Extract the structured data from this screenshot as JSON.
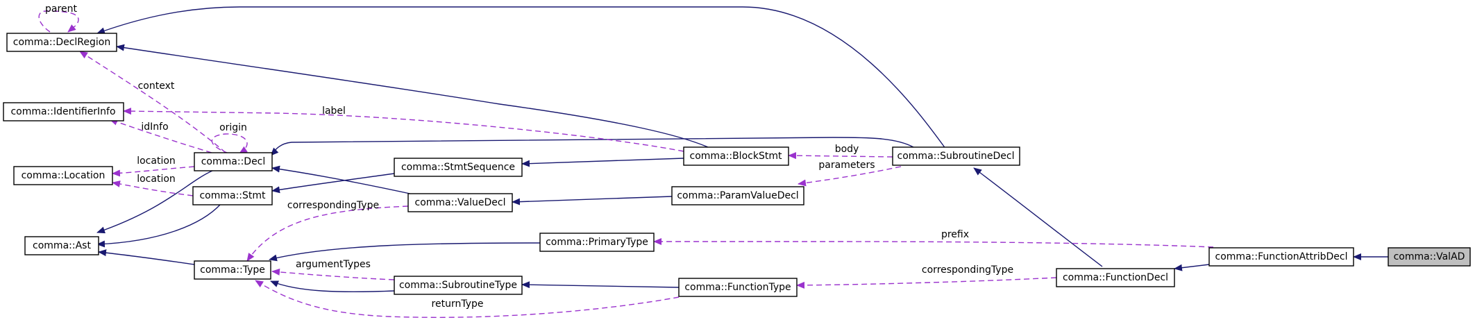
{
  "nodes": {
    "decl_region": "comma::DeclRegion",
    "identifier_info": "comma::IdentifierInfo",
    "location": "comma::Location",
    "ast": "comma::Ast",
    "decl": "comma::Decl",
    "stmt": "comma::Stmt",
    "type": "comma::Type",
    "stmt_sequence": "comma::StmtSequence",
    "value_decl": "comma::ValueDecl",
    "subroutine_type": "comma::SubroutineType",
    "primary_type": "comma::PrimaryType",
    "block_stmt": "comma::BlockStmt",
    "param_value_decl": "comma::ParamValueDecl",
    "function_type": "comma::FunctionType",
    "subroutine_decl": "comma::SubroutineDecl",
    "function_decl": "comma::FunctionDecl",
    "function_attrib_decl": "comma::FunctionAttribDecl",
    "val_ad": "comma::ValAD"
  },
  "edge_labels": {
    "parent": "parent",
    "context": "context",
    "id_info": "idInfo",
    "origin": "origin",
    "label": "label",
    "decl_location": "location",
    "stmt_location": "location",
    "corresponding_type_value": "correspondingType",
    "argument_types": "argumentTypes",
    "return_type": "returnType",
    "body": "body",
    "parameters": "parameters",
    "prefix": "prefix",
    "corresponding_type_function": "correspondingType"
  },
  "colors": {
    "inheritance_edge": "#191970",
    "usage_edge": "#9a32cd",
    "focus_node_fill": "#bfbfbf"
  }
}
